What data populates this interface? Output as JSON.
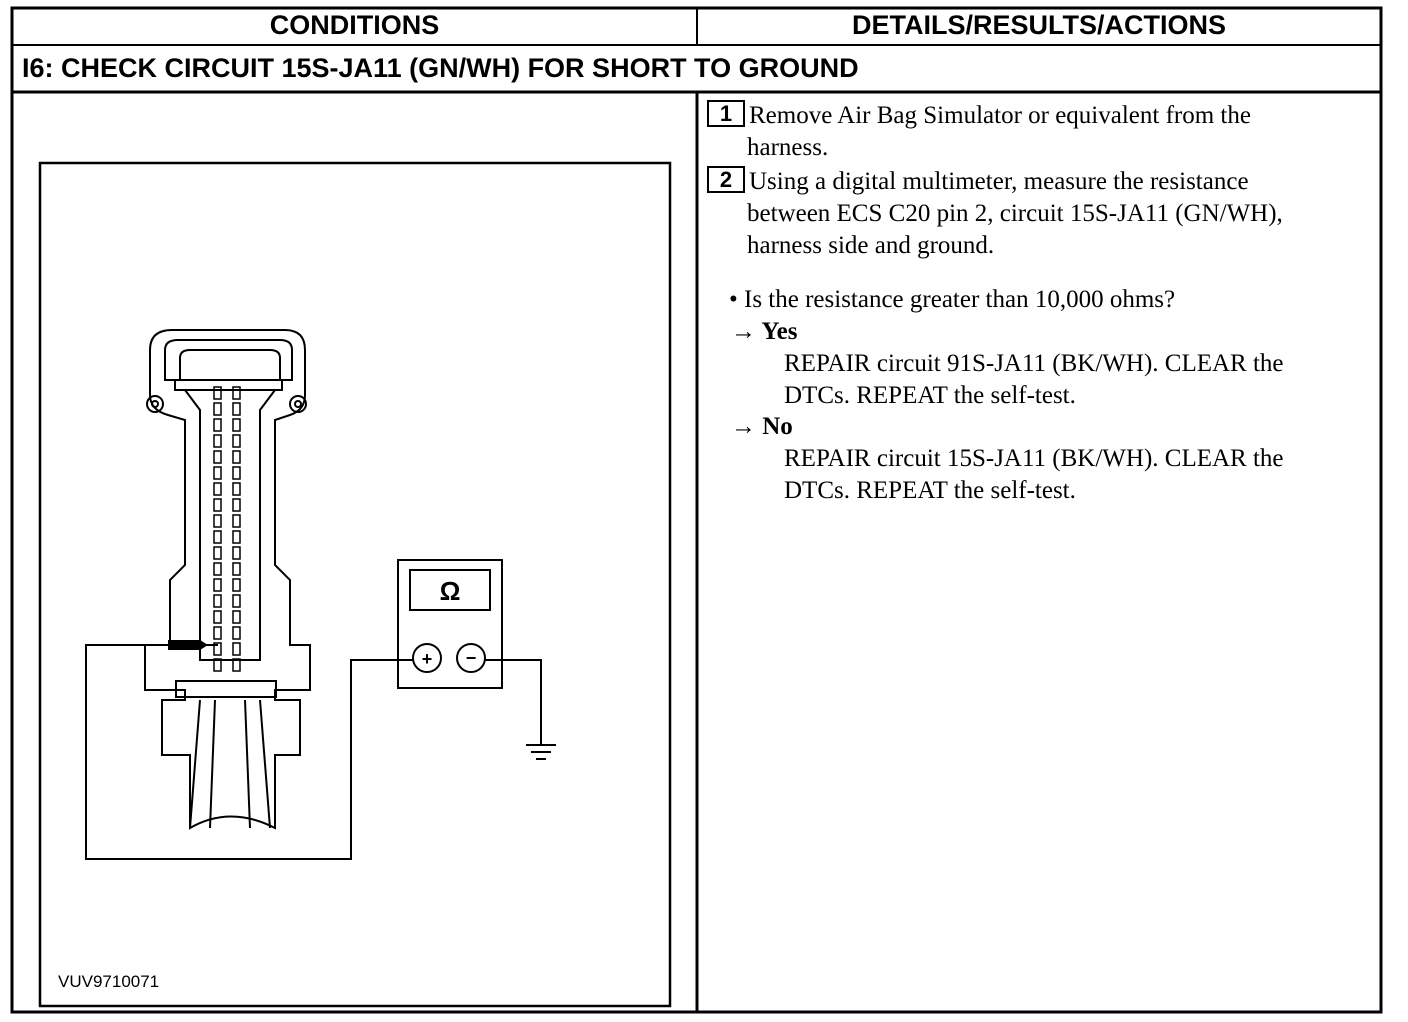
{
  "table": {
    "header_conditions": "CONDITIONS",
    "header_details": "DETAILS/RESULTS/ACTIONS",
    "section_title": "I6: CHECK CIRCUIT 15S-JA11 (GN/WH) FOR SHORT TO GROUND"
  },
  "figure": {
    "caption": "VUV9710071",
    "meter_symbol": "Ω",
    "plus_symbol": "+",
    "minus_symbol": "−",
    "icon": "multimeter-connector-diagram-icon"
  },
  "steps": [
    {
      "number": "1",
      "line1": "Remove Air Bag Simulator or equivalent from the",
      "line2": "harness."
    },
    {
      "number": "2",
      "line1": "Using a digital multimeter, measure the resistance",
      "line2": "between ECS C20 pin 2, circuit 15S-JA11 (GN/WH),",
      "line3": "harness side and ground."
    }
  ],
  "question": "• Is the resistance greater than 10,000 ohms?",
  "results": [
    {
      "label": "→ Yes",
      "line1": "REPAIR circuit 91S-JA11 (BK/WH). CLEAR the",
      "line2": "DTCs. REPEAT the self-test."
    },
    {
      "label": "→ No",
      "line1": "REPAIR circuit 15S-JA11 (BK/WH). CLEAR the",
      "line2": "DTCs. REPEAT the self-test."
    }
  ]
}
